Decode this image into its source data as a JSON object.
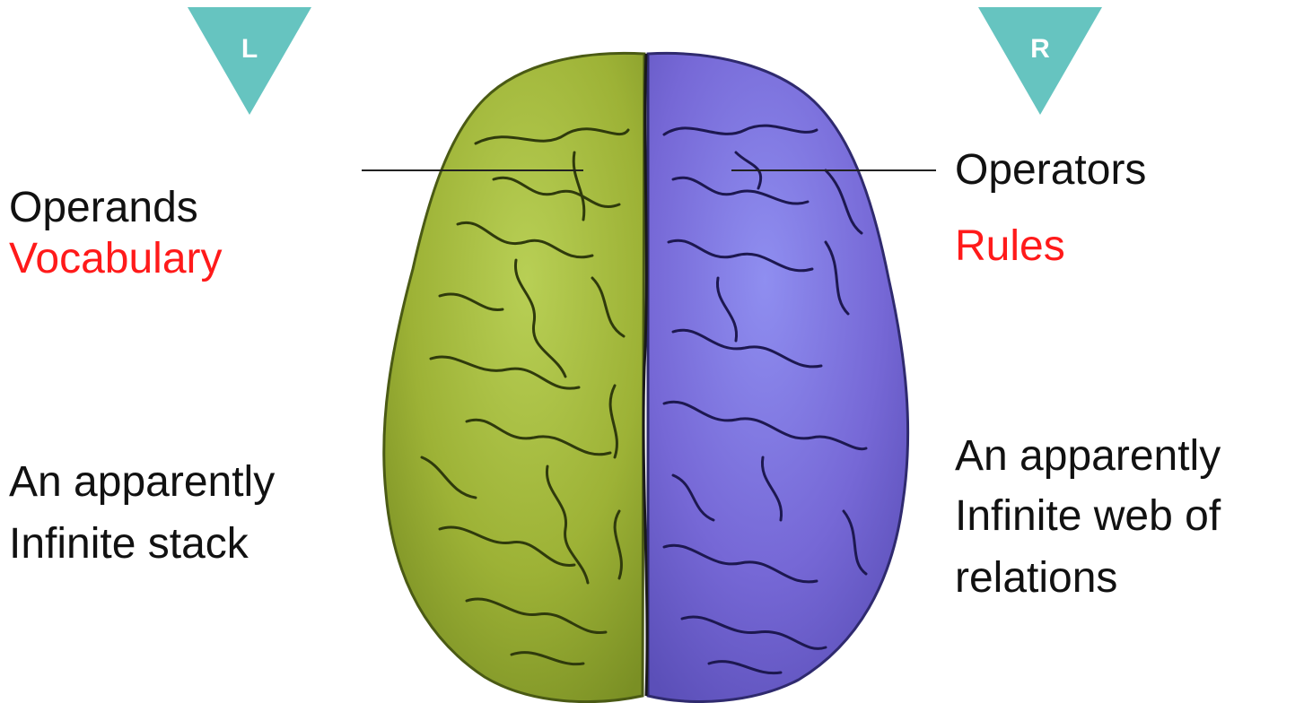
{
  "markers": {
    "left_letter": "L",
    "right_letter": "R",
    "marker_color": "#66c4c0"
  },
  "left": {
    "title": "Operands",
    "accent_label": "Vocabulary",
    "description_line1": "An apparently",
    "description_line2": "Infinite stack",
    "hemisphere_color": "#9fb53a"
  },
  "right": {
    "title": "Operators",
    "accent_label": "Rules",
    "description_line1": "An apparently",
    "description_line2": "Infinite web of",
    "description_line3": "relations",
    "hemisphere_color": "#7b6fd9"
  },
  "colors": {
    "accent_text": "#ff1a1a",
    "body_text": "#111111",
    "leader_line": "#222222"
  },
  "icons": {
    "left_marker": "triangle-down-icon",
    "right_marker": "triangle-down-icon",
    "illustration": "brain-top-view"
  }
}
